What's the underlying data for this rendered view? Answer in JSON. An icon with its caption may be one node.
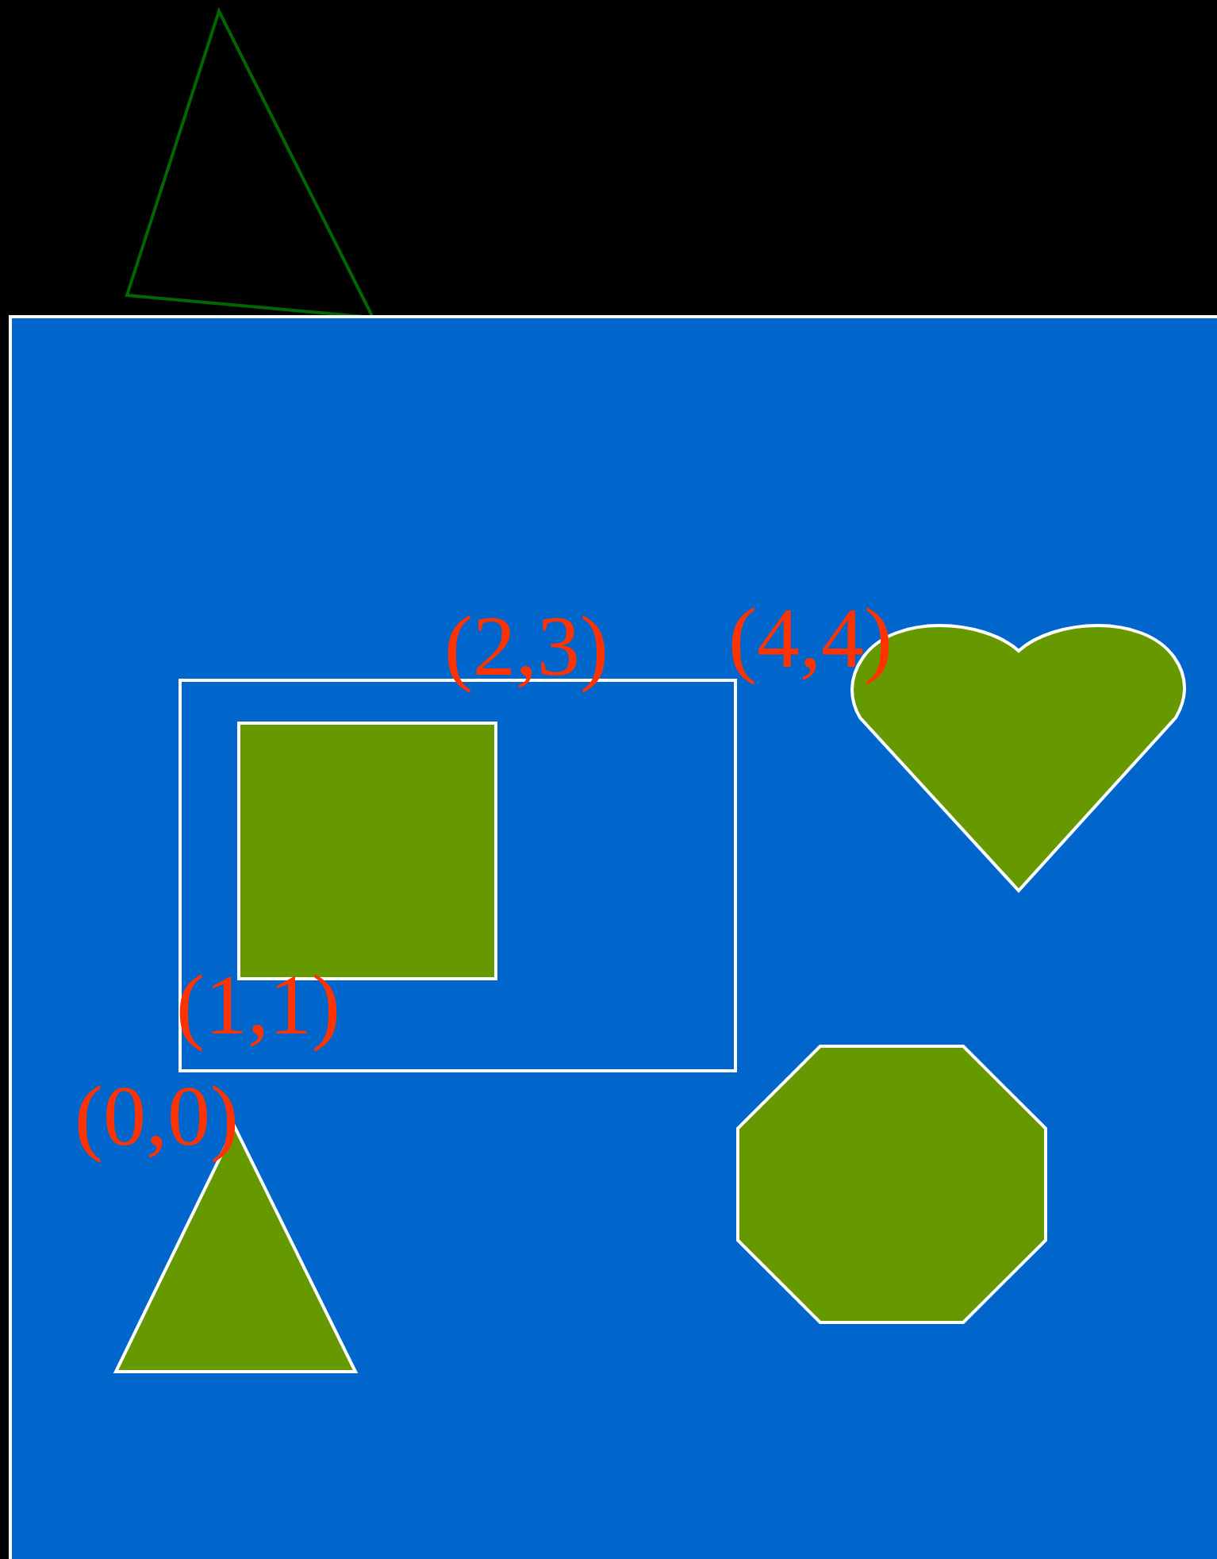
{
  "diagram": {
    "nodes": [
      {
        "text": [],
        "shape": "triangle"
      },
      {
        "text": [],
        "shape": "box"
      },
      {
        "text": [],
        "shape": "heart",
        "in": 1
      },
      {
        "text": [],
        "shape": "box",
        "in": 1
      },
      {
        "text": [],
        "shape": "box",
        "in": 3
      },
      {
        "text": [],
        "shape": "octagon",
        "in": 1
      },
      {
        "text": [],
        "shape": "triangle",
        "in": 1
      }
    ],
    "labels": [
      "(2,3)",
      "(4,4)",
      "(1,1)",
      "(0,0)"
    ]
  }
}
